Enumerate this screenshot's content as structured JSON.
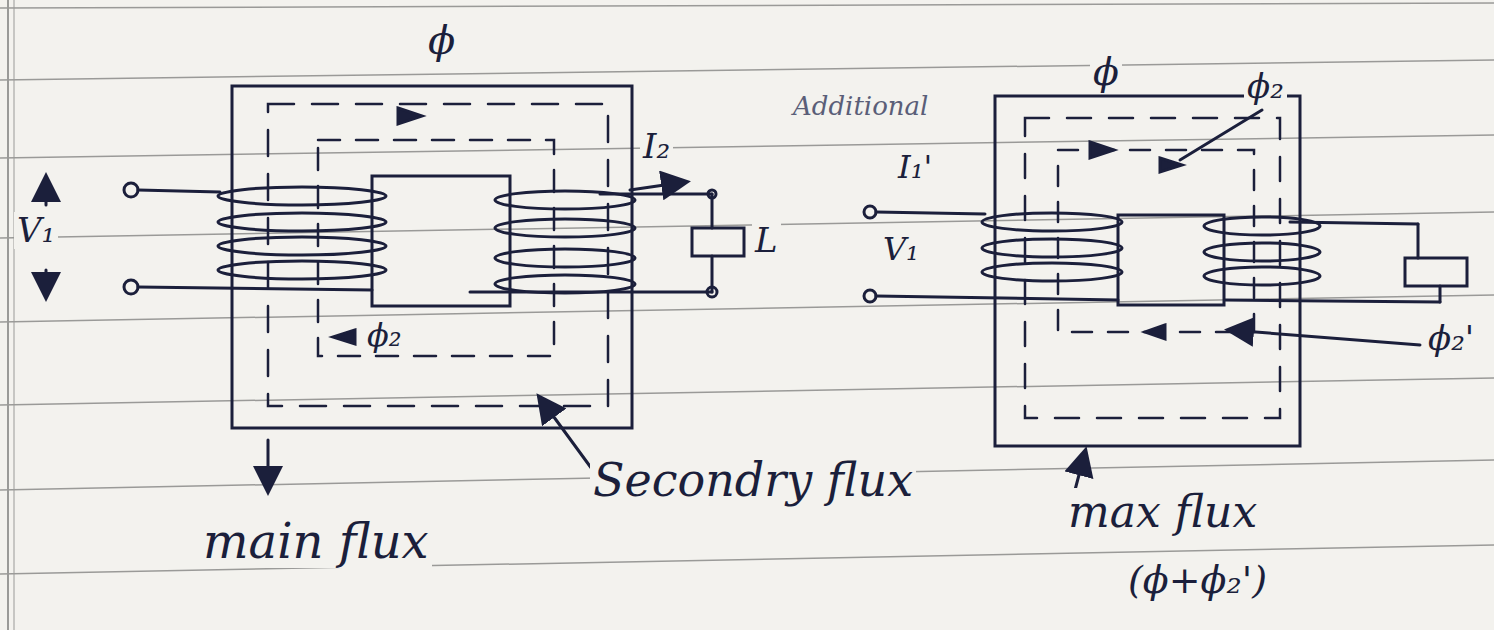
{
  "diagram": {
    "labels": [
      "ϕ",
      "I₂",
      "V₁",
      "L",
      "ϕ₂",
      "main flux",
      "Secondry flux",
      "Additional",
      "ϕ",
      "ϕ₂",
      "I₁'",
      "V₁",
      "ϕ₂'",
      "max flux",
      "(ϕ+ϕ₂')"
    ]
  }
}
